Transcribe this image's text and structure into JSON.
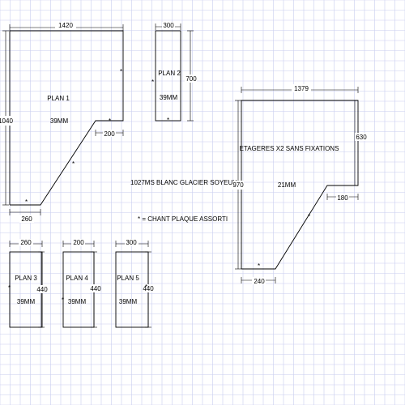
{
  "plan1": {
    "label": "PLAN 1",
    "thickness": "39MM",
    "dim_width": "1420",
    "dim_height": "1040",
    "dim_bottom": "260",
    "dim_step": "200"
  },
  "plan2": {
    "label": "PLAN 2",
    "thickness": "39MM",
    "dim_width": "300",
    "dim_height": "700"
  },
  "plan3": {
    "label": "PLAN 3",
    "thickness": "39MM",
    "dim_width": "260",
    "dim_height": "440"
  },
  "plan4": {
    "label": "PLAN 4",
    "thickness": "39MM",
    "dim_width": "200",
    "dim_height": "440"
  },
  "plan5": {
    "label": "PLAN 5",
    "thickness": "39MM",
    "dim_width": "300",
    "dim_height": "440"
  },
  "material": "1027MS BLANC GLACIER SOYEUX",
  "edge_note": "* = CHANT PLAQUE ASSORTI",
  "edge_marker": "*",
  "shelves": {
    "label": "ETAGERES X2 SANS FIXATIONS",
    "thickness": "21MM",
    "dim_width": "1379",
    "dim_height": "970",
    "dim_right": "630",
    "dim_step": "180",
    "dim_bottom": "240"
  }
}
